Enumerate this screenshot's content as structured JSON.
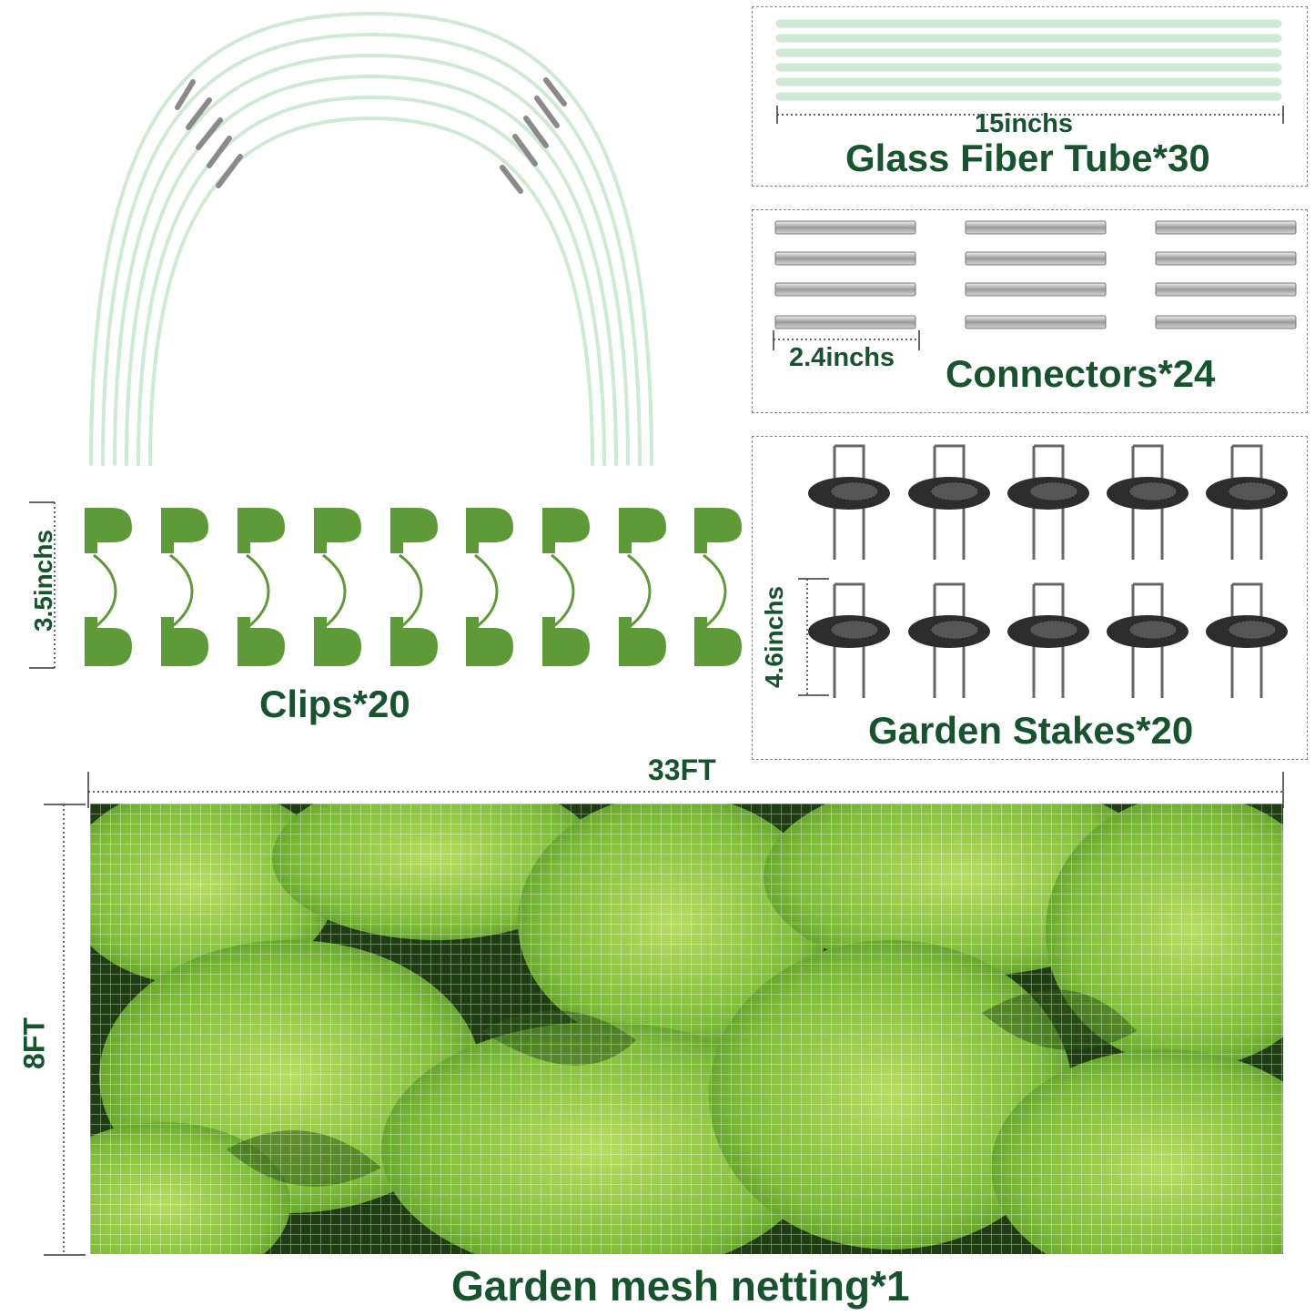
{
  "fiber_tube": {
    "title": "Glass Fiber Tube*30",
    "length": "15inchs"
  },
  "connectors": {
    "title": "Connectors*24",
    "length": "2.4inchs"
  },
  "clips": {
    "title": "Clips*20",
    "height": "3.5inchs"
  },
  "stakes": {
    "title": "Garden Stakes*20",
    "height": "4.6inchs"
  },
  "netting": {
    "title": "Garden mesh netting*1",
    "width": "33FT",
    "height": "8FT"
  },
  "colors": {
    "text": "#17542e",
    "tube": "#cfead4",
    "clip": "#5f9a38",
    "stake": "#2d2d2d",
    "leaf": "#8cc63f"
  }
}
